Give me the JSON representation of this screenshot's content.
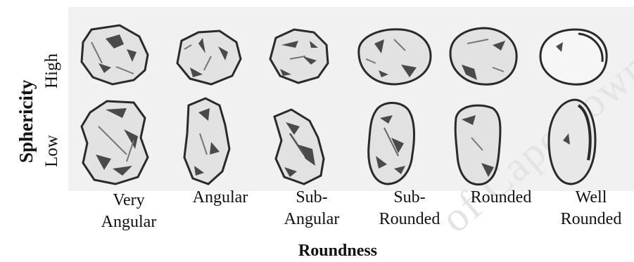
{
  "watermark": "of Cape Town",
  "axes": {
    "y_label": "Sphericity",
    "x_label": "Roundness"
  },
  "rows": [
    {
      "key": "high",
      "label": "High"
    },
    {
      "key": "low",
      "label": "Low"
    }
  ],
  "columns": [
    {
      "key": "very-angular",
      "line1": "Very",
      "line2": "Angular"
    },
    {
      "key": "angular",
      "line1": "Angular",
      "line2": ""
    },
    {
      "key": "sub-angular",
      "line1": "Sub-",
      "line2": "Angular"
    },
    {
      "key": "sub-rounded",
      "line1": "Sub-",
      "line2": "Rounded"
    },
    {
      "key": "rounded",
      "line1": "Rounded",
      "line2": ""
    },
    {
      "key": "well-rounded",
      "line1": "Well",
      "line2": "Rounded"
    }
  ],
  "colors": {
    "panel": "#f1f1f1",
    "grain_fill": "#e2e2e2",
    "grain_outline": "#2a2a2a",
    "shading": "#4a4a4a"
  }
}
